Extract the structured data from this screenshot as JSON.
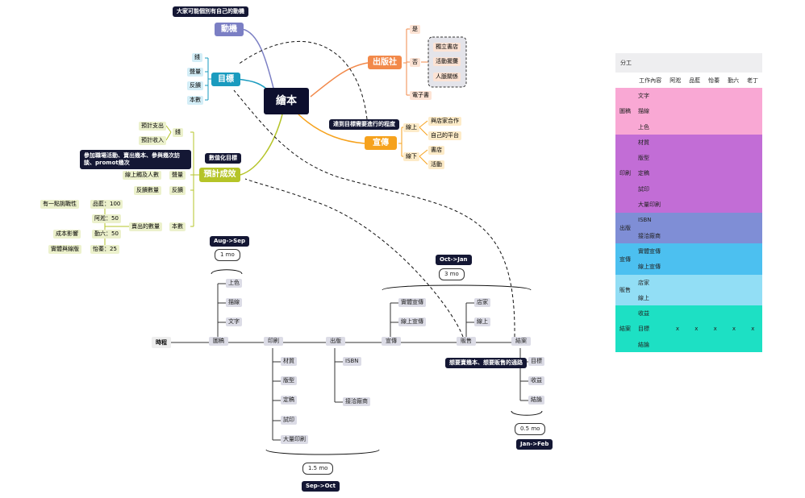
{
  "mindmap": {
    "center": "繪本",
    "motivation": {
      "title": "動機",
      "tip": "大家可能個別有自己的動機"
    },
    "goal": {
      "title": "目標",
      "items": [
        "錢",
        "聲量",
        "反饋",
        "本數"
      ]
    },
    "publisher": {
      "title": "出版社",
      "yes": "是",
      "no": "否",
      "no_items": [
        "獨立書店",
        "活動擺攤",
        "人脈關係"
      ],
      "ebook": "電子書"
    },
    "promo": {
      "title": "宣傳",
      "tip": "達到目標需要進行的程度",
      "online": "線上",
      "online_items": [
        "與店家合作",
        "自己的平台"
      ],
      "offline": "線下",
      "offline_items": [
        "書店",
        "活動"
      ]
    },
    "results": {
      "title": "預計成效",
      "tip": "數值化目標",
      "money": "錢",
      "money_items": [
        "預計支出",
        "預計收入"
      ],
      "voice": "聲量",
      "voice_tip": "參加職場活動、賣出幾本、參與幾次訪談、promot幾次",
      "voice_item": "線上觸及人數",
      "feedback": "反饋",
      "feedback_item": "反饋數量",
      "count": "本數",
      "count_item": "賣出的數量",
      "people": [
        {
          "name": "品藍：100",
          "note": "有一點挑戰性"
        },
        {
          "name": "阿淞：50",
          "note": ""
        },
        {
          "name": "勤六：50",
          "note": "成本影響"
        },
        {
          "name": "怡蓁：25",
          "note": "實體與線版"
        }
      ]
    }
  },
  "timeline": {
    "label": "時程",
    "stages": [
      "圖稿",
      "印刷",
      "出版",
      "宣傳",
      "販售",
      "結案"
    ],
    "draw_items": [
      "上色",
      "描線",
      "文字"
    ],
    "print_items": [
      "材質",
      "版型",
      "定稿",
      "試印",
      "大量印刷"
    ],
    "publish_items": [
      "ISBN",
      "接洽廠商"
    ],
    "promo_items": [
      "實體宣傳",
      "線上宣傳"
    ],
    "sales_items": [
      "店家",
      "線上"
    ],
    "close_items": [
      "目標",
      "收益",
      "結論"
    ],
    "sales_tip": "想要賣幾本、想要販售的通路",
    "durations": [
      {
        "len": "1 mo",
        "range": "Aug->Sep"
      },
      {
        "len": "1.5 mo",
        "range": "Sep->Oct"
      },
      {
        "len": "3 mo",
        "range": "Oct->Jan"
      },
      {
        "len": "0.5 mo",
        "range": "Jan->Feb"
      }
    ]
  },
  "table": {
    "title": "分工",
    "headers": [
      "工作內容",
      "阿淞",
      "品藍",
      "怡蓁",
      "勤六",
      "老丁"
    ],
    "groups": [
      {
        "name": "圖稿",
        "color": "#f9a8d4",
        "rows": [
          "文字",
          "描線",
          "上色"
        ]
      },
      {
        "name": "印刷",
        "color": "#c26dd6",
        "rows": [
          "材質",
          "版型",
          "定稿",
          "試印",
          "大量印刷"
        ]
      },
      {
        "name": "出版",
        "color": "#7f8ed6",
        "rows": [
          "ISBN",
          "接洽廠商"
        ]
      },
      {
        "name": "宣傳",
        "color": "#4cc0f0",
        "rows": [
          "實體宣傳",
          "線上宣傳"
        ]
      },
      {
        "name": "販售",
        "color": "#92def5",
        "rows": [
          "店家",
          "線上"
        ]
      },
      {
        "name": "結案",
        "color": "#1de0c4",
        "rows": [
          "收益",
          "目標",
          "結論"
        ]
      }
    ],
    "x_row": [
      "x",
      "x",
      "x",
      "x",
      "x"
    ]
  },
  "colors": {
    "motivation": "#7b7fc4",
    "goal": "#1a9bbf",
    "publisher": "#f2894a",
    "promo": "#f6a21d",
    "results": "#b5c428",
    "center": "#0d0f2e"
  }
}
